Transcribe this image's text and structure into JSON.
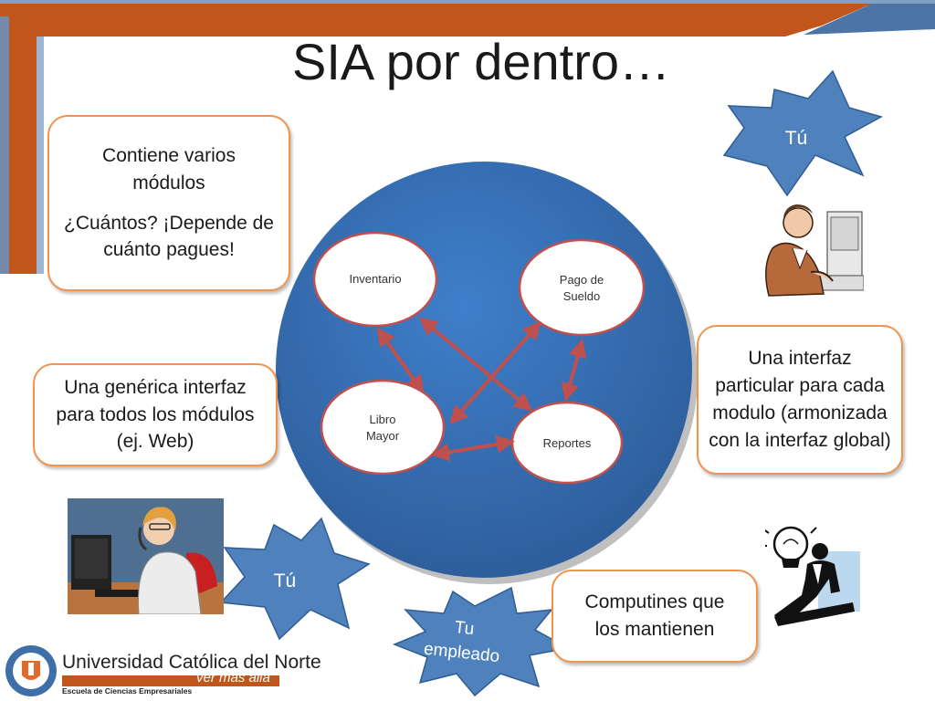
{
  "slide": {
    "title": "SIA por dentro…"
  },
  "boxes": {
    "modules_line1": "Contiene varios módulos",
    "modules_line2": "¿Cuántos? ¡Depende de cuánto pagues!",
    "generic_interface": "Una genérica interfaz para todos los módulos (ej. Web)",
    "particular_interface": "Una interfaz particular para cada modulo (armonizada con la interfaz global)",
    "computines": "Computines que los mantienen"
  },
  "modules": {
    "inventario": "Inventario",
    "pago_de_sueldo": "Pago de Sueldo",
    "libro_mayor": "Libro Mayor",
    "reportes": "Reportes"
  },
  "stars": {
    "tu_top": "Tú",
    "tu_bottom": "Tú",
    "tu_empleado": "Tu empleado"
  },
  "footer": {
    "university": "Universidad Católica del Norte",
    "tagline": "ver más allá",
    "school": "Escuela de Ciencias Empresariales"
  },
  "colors": {
    "frame_orange": "#c0561c",
    "frame_blue": "#4d74a6",
    "circle_blue": "#3f79bf",
    "box_border": "#f0944e",
    "arrow_red": "#c0504d",
    "star_blue": "#4f81bd"
  },
  "icons": {
    "clerk": "office-worker-at-computer-icon",
    "receptionist": "woman-on-phone-icon",
    "tech": "lightbulb-idea-person-icon",
    "logo": "university-seal-icon"
  }
}
